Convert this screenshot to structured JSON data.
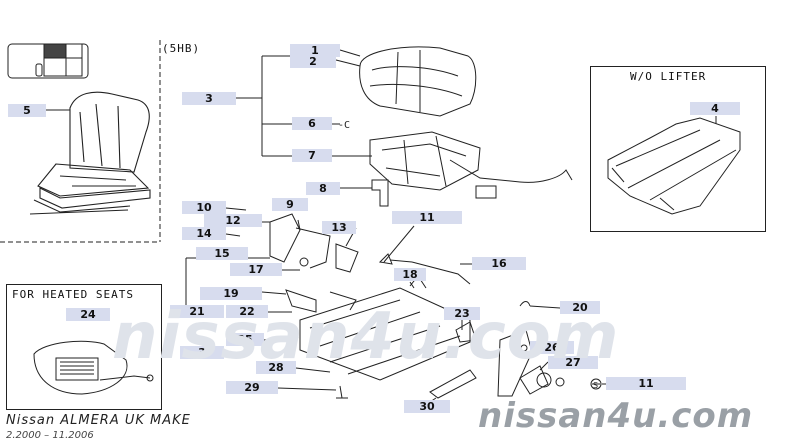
{
  "diagram": {
    "variant_label": "(5HB)",
    "wo_lifter_label": "W/O LIFTER",
    "heated_seats_label": "FOR HEATED SEATS",
    "footer_model": "Nissan ALMERA UK MAKE",
    "footer_dates": "2.2000 – 11.2006",
    "watermark": "nissan4u.com",
    "callouts": [
      {
        "id": "c1",
        "text": "1"
      },
      {
        "id": "c2",
        "text": "2"
      },
      {
        "id": "c3",
        "text": "3"
      },
      {
        "id": "c4",
        "text": "4"
      },
      {
        "id": "c5",
        "text": "5"
      },
      {
        "id": "c6",
        "text": "6"
      },
      {
        "id": "c7",
        "text": "7"
      },
      {
        "id": "c8",
        "text": "8"
      },
      {
        "id": "c9",
        "text": "9"
      },
      {
        "id": "c10",
        "text": "10"
      },
      {
        "id": "c11a",
        "text": "11"
      },
      {
        "id": "c12",
        "text": "12"
      },
      {
        "id": "c13",
        "text": "13"
      },
      {
        "id": "c14",
        "text": "14"
      },
      {
        "id": "c15",
        "text": "15"
      },
      {
        "id": "c16",
        "text": "16"
      },
      {
        "id": "c17",
        "text": "17"
      },
      {
        "id": "c18",
        "text": "18"
      },
      {
        "id": "c19",
        "text": "19"
      },
      {
        "id": "c20",
        "text": "20"
      },
      {
        "id": "c21",
        "text": "21"
      },
      {
        "id": "c22",
        "text": "22"
      },
      {
        "id": "c23",
        "text": "23"
      },
      {
        "id": "c24",
        "text": "24"
      },
      {
        "id": "c25",
        "text": "25"
      },
      {
        "id": "c26",
        "text": "26"
      },
      {
        "id": "c27",
        "text": "27"
      },
      {
        "id": "c28",
        "text": "28"
      },
      {
        "id": "c29",
        "text": "29"
      },
      {
        "id": "c30",
        "text": "30"
      },
      {
        "id": "c3b",
        "text": "3"
      },
      {
        "id": "c11b",
        "text": "11"
      }
    ]
  }
}
